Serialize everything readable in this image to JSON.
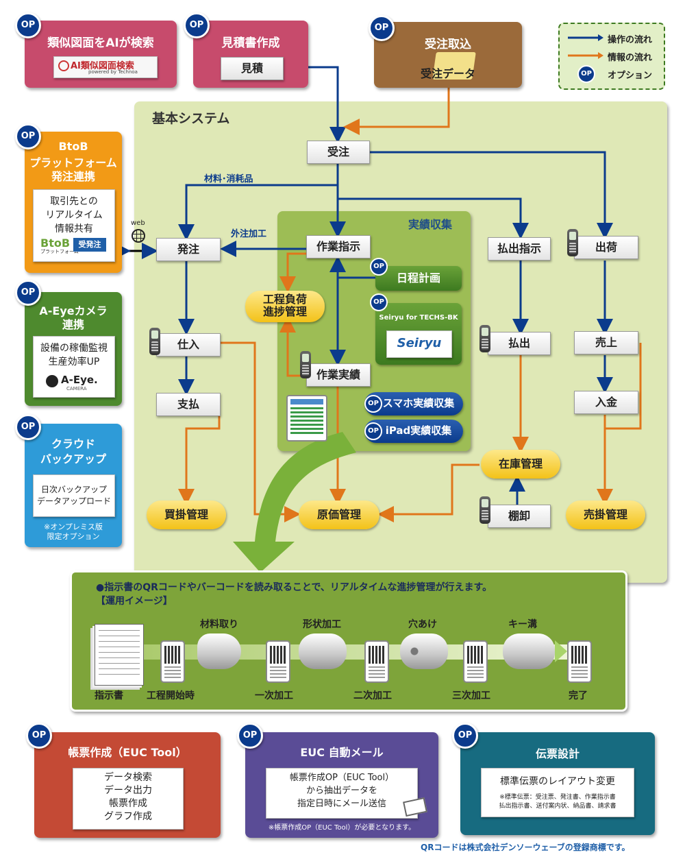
{
  "colors": {
    "operation_flow": "#0b3b8c",
    "information_flow": "#e0761b",
    "option_badge": "#0b3b8c"
  },
  "op_badge": "OP",
  "legend": {
    "operation": "操作の流れ",
    "information": "情報の流れ",
    "option": "オプション"
  },
  "ai_search": {
    "title": "類似図面をAIが検索",
    "logo_text": "AI類似図面検索",
    "logo_sub": "powered by Technoa"
  },
  "estimate": {
    "title": "見積書作成",
    "button": "見積"
  },
  "order_import": {
    "title": "受注取込",
    "data": "受注データ"
  },
  "btob": {
    "title_line1": "BtoB",
    "title_line2": "プラットフォーム",
    "title_line3": "発注連携",
    "desc_line1": "取引先との",
    "desc_line2": "リアルタイム",
    "desc_line3": "情報共有",
    "logo_text": "BtoB",
    "logo_sub": "プラットフォーム",
    "logo_badge": "受発注",
    "web": "web"
  },
  "aeye": {
    "title_line1": "A-Eyeカメラ",
    "title_line2": "連携",
    "desc_line1": "設備の稼働監視",
    "desc_line2": "生産効率UP",
    "logo_text": "A-Eye.",
    "logo_sub": "CAMERA"
  },
  "cloud": {
    "title_line1": "クラウド",
    "title_line2": "バックアップ",
    "desc_line1": "日次バックアップ",
    "desc_line2": "データアップロード",
    "note_line1": "※オンプレミス版",
    "note_line2": "限定オプション"
  },
  "basic_system": {
    "title": "基本システム"
  },
  "actual_collection": {
    "title": "実績収集"
  },
  "nodes": {
    "juchu": "受注",
    "hatchu": "発注",
    "sagyo_shiji": "作業指示",
    "haraidashi_shiji": "払出指示",
    "shukka": "出荷",
    "shiire": "仕入",
    "shiharai": "支払",
    "sagyo_jisseki": "作業実績",
    "haraidashi": "払出",
    "uriage": "売上",
    "nyukin": "入金",
    "tanaoroshi": "棚卸"
  },
  "managers": {
    "koutei_line1": "工程負荷",
    "koutei_line2": "進捗管理",
    "kaikake": "買掛管理",
    "genka": "原価管理",
    "zaiko": "在庫管理",
    "urikake": "売掛管理"
  },
  "options": {
    "nittei": "日程計画",
    "seiryu_title": "Seiryu for TECHS-BK",
    "seiryu_logo": "Seiryu",
    "smartphone": "スマホ実績収集",
    "ipad": "iPad実績収集"
  },
  "flow_labels": {
    "materials": "材料･消耗品",
    "outsourcing": "外注加工"
  },
  "usage": {
    "headline": "●指示書のQRコードやバーコードを読み取ることで、リアルタイムな進捗管理が行えます。",
    "subheading": "【運用イメージ】",
    "steps_top": [
      "材料取り",
      "形状加工",
      "穴あけ",
      "キー溝"
    ],
    "steps_bottom": [
      "指示書",
      "工程開始時",
      "一次加工",
      "二次加工",
      "三次加工",
      "完了"
    ]
  },
  "euc_tool": {
    "title": "帳票作成（EUC Tool）",
    "items": [
      "データ検索",
      "データ出力",
      "帳票作成",
      "グラフ作成"
    ]
  },
  "euc_mail": {
    "title": "EUC 自動メール",
    "desc_line1": "帳票作成OP（EUC Tool）",
    "desc_line2": "から抽出データを",
    "desc_line3": "指定日時にメール送信",
    "note": "※帳票作成OP（EUC Tool）が必要となります。"
  },
  "slip_design": {
    "title": "伝票設計",
    "desc": "標準伝票のレイアウト変更",
    "note_line1": "※標準伝票：受注票、発注書、作業指示書",
    "note_line2": "払出指示書、送付案内状、納品書、請求書"
  },
  "footer": "QRコードは株式会社デンソーウェーブの登録商標です。"
}
